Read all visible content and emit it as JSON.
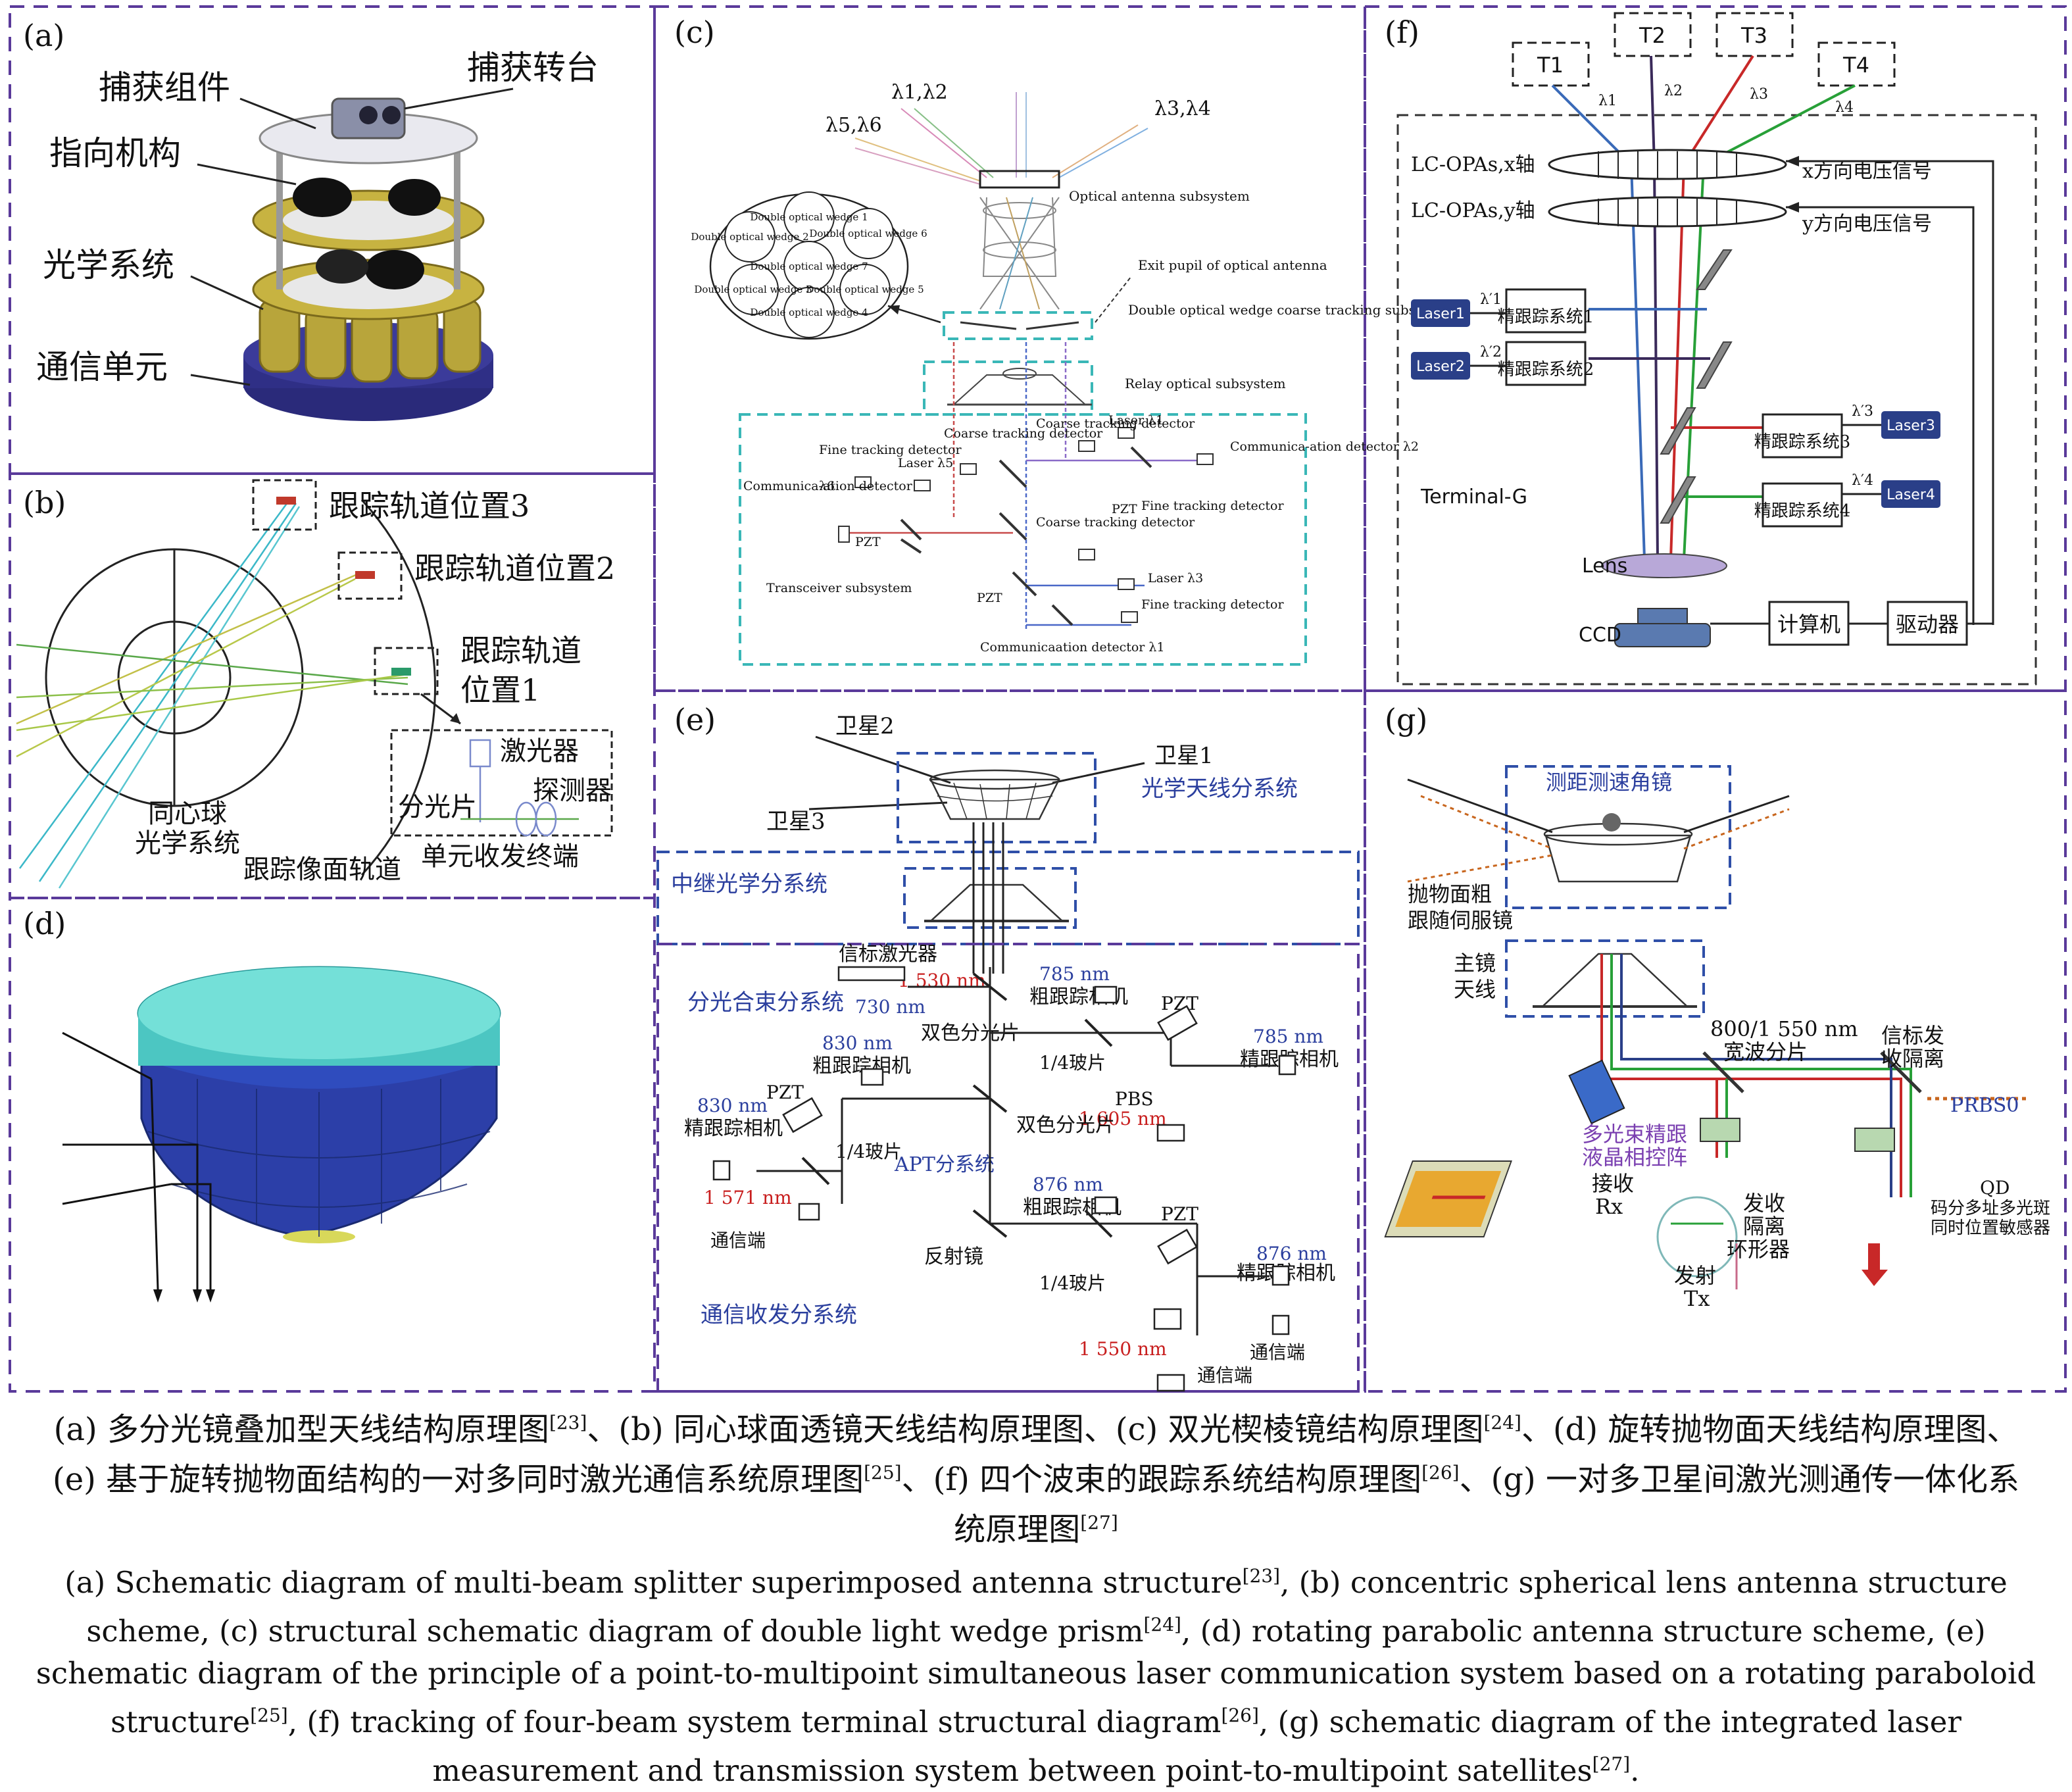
{
  "panels": {
    "a": {
      "label": "(a)",
      "labels": [
        "捕获组件",
        "捕获转台",
        "指向机构",
        "光学系统",
        "通信单元"
      ]
    },
    "b": {
      "label": "(b)",
      "labels": [
        "跟踪轨道位置3",
        "跟踪轨道位置2",
        "跟踪轨道",
        "位置1",
        "激光器",
        "探测器",
        "分光片",
        "同心球",
        "光学系统",
        "跟踪像面轨道",
        "单元收发终端"
      ]
    },
    "c": {
      "label": "(c)",
      "top_labels": [
        "λ1,λ2",
        "λ3,λ4",
        "λ5,λ6"
      ],
      "wedges": [
        "Double optical wedge 1",
        "Double optical wedge 6",
        "Double optical wedge 2",
        "Double optical wedge 7",
        "Double optical wedge 5",
        "Double optical wedge 3",
        "Double optical wedge 4"
      ],
      "labels": [
        "Optical antenna subsystem",
        "Exit pupil of optical antenna",
        "Double optical wedge coarse tracking subsystem",
        "Relay optical subsystem",
        "Fine tracking detector",
        "Coarse tracking detector",
        "Laser λ5",
        "Coarse tracking detector",
        "Laser λ1",
        "Communica-ation detector λ2",
        "Communica-ation detector",
        "λ6",
        "PZT",
        "PZT",
        "Fine tracking detector",
        "Coarse tracking detector",
        "Transceiver subsystem",
        "PZT",
        "Laser λ3",
        "Fine tracking detector",
        "Communicaation detector λ1"
      ]
    },
    "d": {
      "label": "(d)"
    },
    "e": {
      "label": "(e)",
      "labels": [
        "卫星2",
        "卫星1",
        "卫星3",
        "光学天线分系统",
        "中继光学分系统",
        "分光合束分系统",
        "信标激光器",
        "1 530 nm",
        "730 nm",
        "785 nm",
        "粗跟踪相机",
        "PZT",
        "785 nm",
        "精跟踪相机",
        "双色分光片",
        "830 nm",
        "粗跟踪相机",
        "1/4玻片",
        "PBS",
        "830 nm",
        "精跟踪相机",
        "PZT",
        "1 605 nm",
        "双色分光片",
        "1/4玻片",
        "APT分系统",
        "1 571 nm",
        "通信端",
        "876 nm",
        "粗跟踪相机",
        "PZT",
        "876 nm",
        "精跟踪相机",
        "反射镜",
        "1/4玻片",
        "通信收发分系统",
        "1 550 nm",
        "通信端",
        "通信端"
      ]
    },
    "f": {
      "label": "(f)",
      "terminals": [
        "T1",
        "T2",
        "T3",
        "T4"
      ],
      "wavelengths": [
        "λ1",
        "λ2",
        "λ3",
        "λ4"
      ],
      "labels": [
        "LC-OPAs,x轴",
        "x方向电压信号",
        "LC-OPAs,y轴",
        "y方向电压信号",
        "Terminal-G",
        "Lens",
        "CCD",
        "计算机",
        "驱动器"
      ],
      "lasers": [
        "Laser1",
        "Laser2",
        "Laser3",
        "Laser4"
      ],
      "trackers": [
        "精跟踪系统1",
        "精跟踪系统2",
        "精跟踪系统3",
        "精跟踪系统4"
      ],
      "primes": [
        "λ′1",
        "λ′2",
        "λ′3",
        "λ′4"
      ]
    },
    "g": {
      "label": "(g)",
      "labels": [
        "测距测速角镜",
        "抛物面粗",
        "跟随伺服镜",
        "主镜",
        "天线",
        "800/1 550 nm",
        "宽波分片",
        "信标发",
        "收隔离",
        "PRBS0",
        "多光束精跟",
        "液晶相控阵",
        "接收",
        "Rx",
        "发收",
        "隔离",
        "环形器",
        "发射",
        "Tx",
        "QD",
        "码分多址多光斑",
        "同时位置敏感器"
      ]
    }
  },
  "caption": {
    "zh": [
      "(a) 多分光镜叠加型天线结构原理图",
      "[23]",
      "、(b) 同心球面透镜天线结构原理图、(c) 双光楔棱镜结构原理图",
      "[24]",
      "、(d) 旋转抛物面天线结构原理图、(e) 基于旋转抛物面结构的一对多同时激光通信系统原理图",
      "[25]",
      "、(f) 四个波束的跟踪系统结构原理图",
      "[26]",
      "、(g) 一对多卫星间激光测通传一体化系统原理图",
      "[27]"
    ],
    "en": [
      "(a) Schematic diagram of multi-beam splitter superimposed antenna structure",
      "[23]",
      ", (b) concentric spherical lens antenna structure scheme, (c) structural schematic diagram of double light wedge prism",
      "[24]",
      ", (d) rotating parabolic antenna structure scheme, (e) schematic diagram of the principle of a point-to-multipoint simultaneous laser communication system based on a rotating paraboloid structure",
      "[25]",
      ", (f) tracking of four-beam system terminal structural diagram",
      "[26]",
      ", (g) schematic diagram of the integrated laser measurement and transmission system between point-to-multipoint satellites",
      "[27]",
      "."
    ]
  }
}
